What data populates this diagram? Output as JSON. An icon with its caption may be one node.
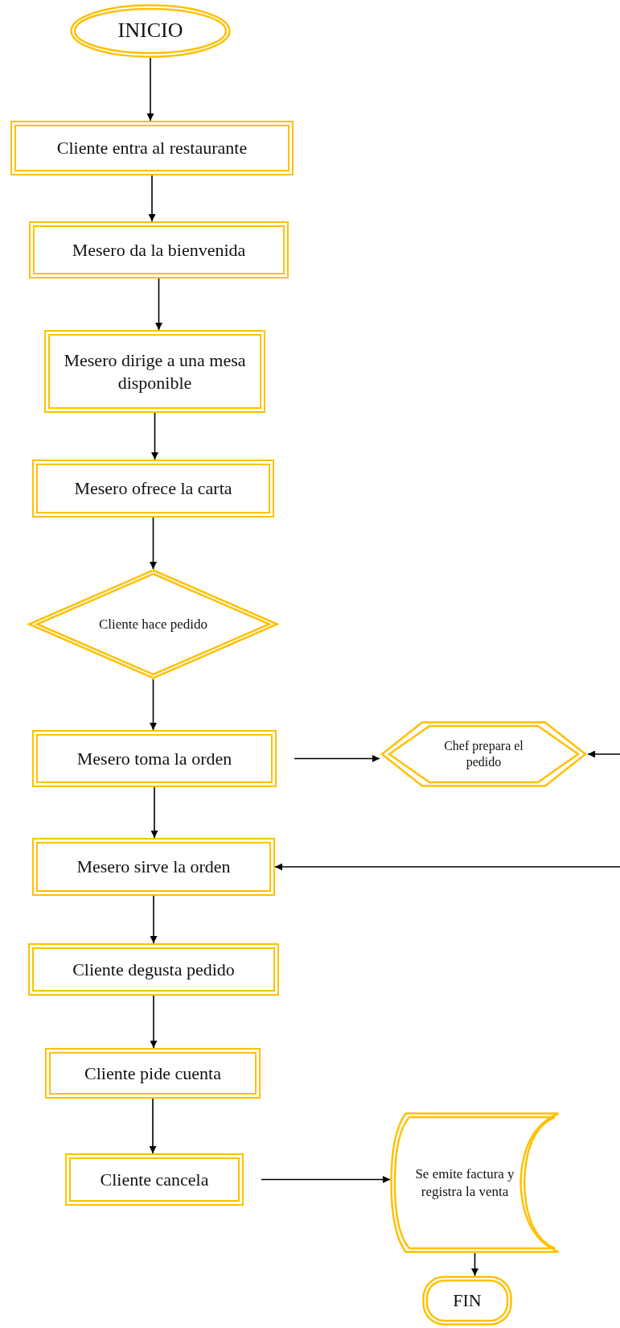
{
  "diagram": {
    "nodes": [
      {
        "text": [
          "INICIO"
        ]
      },
      {
        "text": [
          "Cliente entra al restaurante"
        ]
      },
      {
        "text": [
          "Mesero da la bienvenida"
        ]
      },
      {
        "text": [
          "Mesero dirige a una mesa disponible"
        ]
      },
      {
        "text": [
          "Mesero ofrece la carta"
        ]
      },
      {
        "text": [
          "Cliente hace pedido"
        ]
      },
      {
        "text": [
          "Mesero toma la orden"
        ]
      },
      {
        "text": [
          "Chef prepara el pedido"
        ]
      },
      {
        "text": [
          "Mesero sirve la orden"
        ]
      },
      {
        "text": [
          "Cliente degusta pedido"
        ]
      },
      {
        "text": [
          "Cliente pide cuenta"
        ]
      },
      {
        "text": [
          "Cliente cancela"
        ]
      },
      {
        "text": [
          "Se emite factura y registra la venta"
        ]
      },
      {
        "text": [
          "FIN"
        ]
      }
    ],
    "edges": [
      {
        "from": 0,
        "to": 1,
        "arrow": "to"
      },
      {
        "from": 1,
        "to": 2,
        "arrow": "to"
      },
      {
        "from": 2,
        "to": 3,
        "arrow": "to"
      },
      {
        "from": 3,
        "to": 4,
        "arrow": "to"
      },
      {
        "from": 4,
        "to": 5,
        "arrow": "to"
      },
      {
        "from": 5,
        "to": 6,
        "arrow": "to"
      },
      {
        "from": 6,
        "to": 7,
        "arrow": "to"
      },
      {
        "from": null,
        "to": 7,
        "arrow": "to"
      },
      {
        "from": 6,
        "to": 8,
        "arrow": "to"
      },
      {
        "from": null,
        "to": 8,
        "arrow": "to"
      },
      {
        "from": 8,
        "to": 9,
        "arrow": "to"
      },
      {
        "from": 9,
        "to": 10,
        "arrow": "to"
      },
      {
        "from": 10,
        "to": 11,
        "arrow": "to"
      },
      {
        "from": 11,
        "to": 12,
        "arrow": "to"
      },
      {
        "from": 12,
        "to": 13,
        "arrow": "to"
      }
    ]
  }
}
